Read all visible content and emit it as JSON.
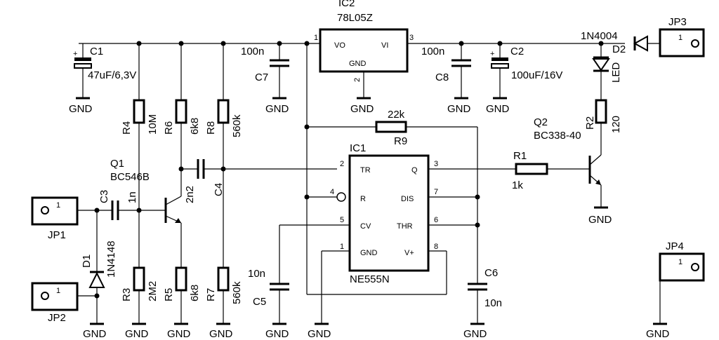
{
  "labels": {
    "ic2_name": "IC2",
    "ic2_part": "78L05Z",
    "ic2_vo": "VO",
    "ic2_vi": "VI",
    "ic2_gnd": "GND",
    "ic2_pin1": "1",
    "ic2_pin2": "2",
    "ic2_pin3": "3",
    "c1_name": "C1",
    "c1_value": "47uF/6,3V",
    "c1_plus": "+",
    "c7_name": "C7",
    "c7_value": "100n",
    "c8_name": "C8",
    "c8_value": "100n",
    "c2_name": "C2",
    "c2_value": "100uF/16V",
    "c2_plus": "+",
    "d2_name": "D2",
    "d2_value": "1N4004",
    "led_name": "LED",
    "jp3": "JP3",
    "jp3_pin": "1",
    "jp1": "JP1",
    "jp1_pin": "1",
    "jp2": "JP2",
    "jp2_pin": "1",
    "jp4": "JP4",
    "jp4_pin": "1",
    "r4_name": "R4",
    "r4_value": "10M",
    "r6_name": "R6",
    "r6_value": "6k8",
    "r8_name": "R8",
    "r8_value": "560k",
    "r3_name": "R3",
    "r3_value": "2M2",
    "r5_name": "R5",
    "r5_value": "6k8",
    "r7_name": "R7",
    "r7_value": "560k",
    "r9_name": "R9",
    "r9_value": "22k",
    "r2_name": "R2",
    "r2_value": "120",
    "r1_name": "R1",
    "r1_value": "1k",
    "q1_name": "Q1",
    "q1_part": "BC546B",
    "q2_name": "Q2",
    "q2_part": "BC338-40",
    "c3_name": "C3",
    "c3_value": "1n",
    "c4_name": "C4",
    "c4_value": "2n2",
    "c5_name": "C5",
    "c5_value": "10n",
    "c6_name": "C6",
    "c6_value": "10n",
    "d1_name": "D1",
    "d1_value": "1N4148",
    "ic1_name": "IC1",
    "ic1_part": "NE555N",
    "ic1_tr": "TR",
    "ic1_q": "Q",
    "ic1_r": "R",
    "ic1_dis": "DIS",
    "ic1_cv": "CV",
    "ic1_thr": "THR",
    "ic1_gnd": "GND",
    "ic1_vplus": "V+",
    "ic1_p1": "1",
    "ic1_p2": "2",
    "ic1_p3": "3",
    "ic1_p4": "4",
    "ic1_p5": "5",
    "ic1_p6": "6",
    "ic1_p7": "7",
    "ic1_p8": "8",
    "gnd": "GND"
  }
}
